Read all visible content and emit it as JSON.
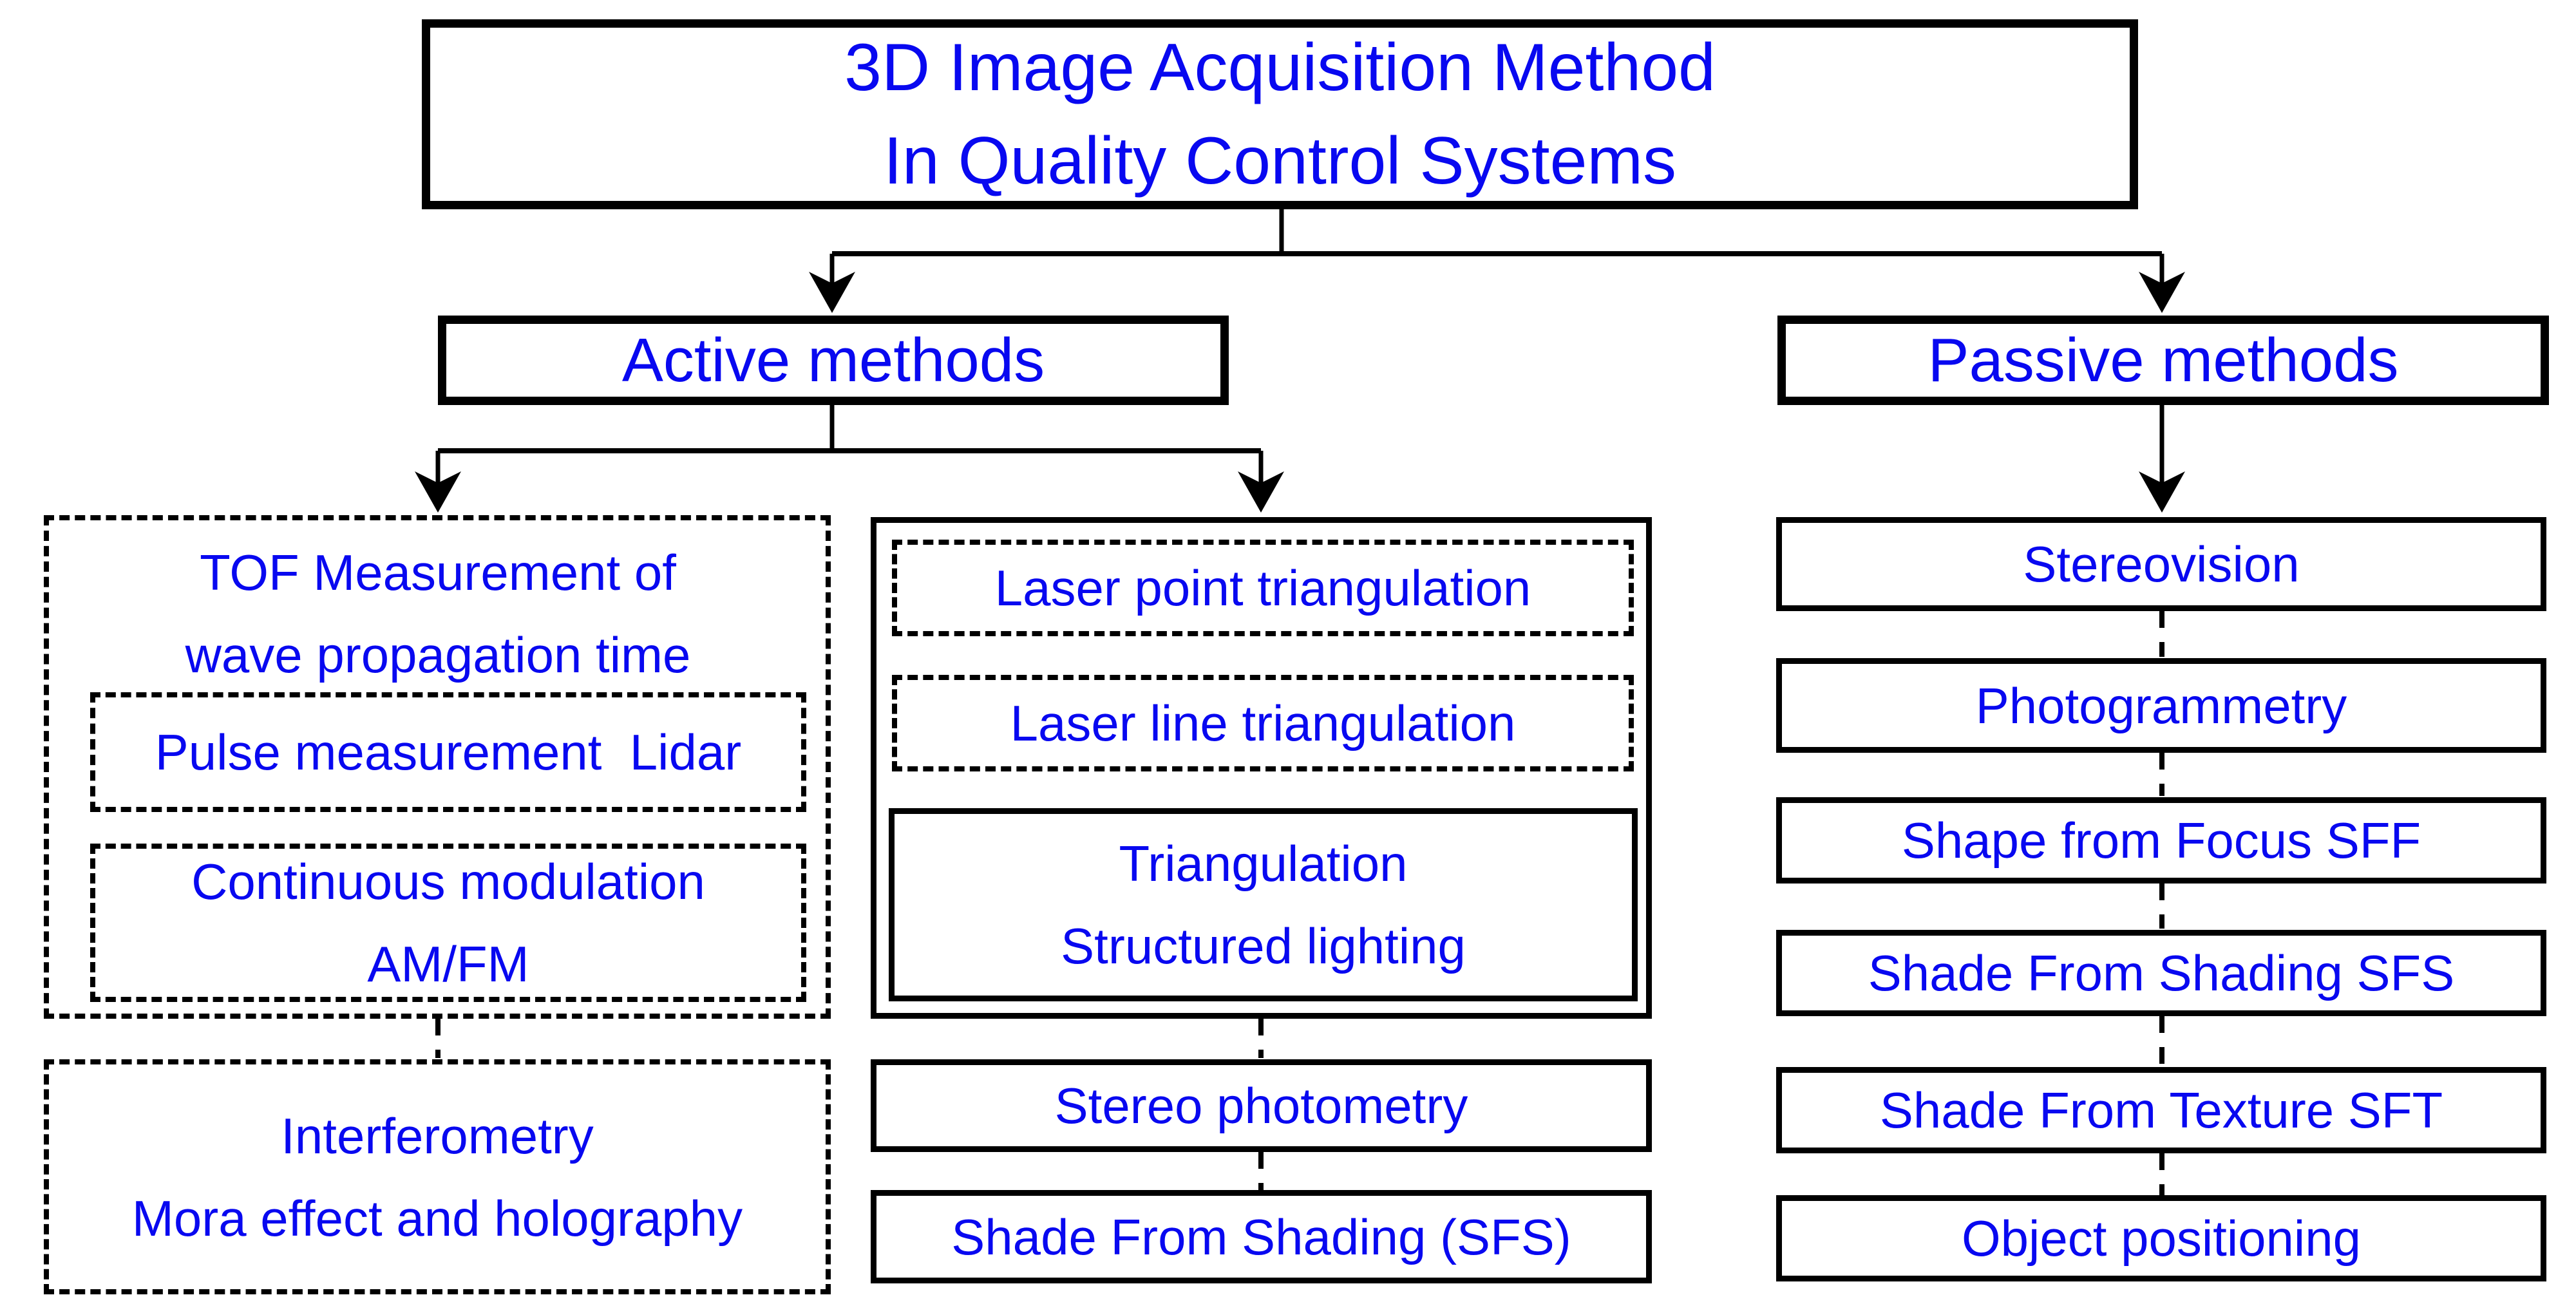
{
  "diagram": {
    "title": {
      "line1": "3D Image Acquisition Method",
      "line2": "In Quality Control Systems"
    },
    "active_label": "Active methods",
    "passive_label": "Passive methods",
    "tof": {
      "heading_line1": "TOF Measurement of",
      "heading_line2": "wave propagation time",
      "pulse_label": "Pulse measurement  Lidar",
      "continuous_line1": "Continuous modulation",
      "continuous_line2": "AM/FM"
    },
    "interferometry": {
      "line1": "Interferometry",
      "line2": "Mora effect and holography"
    },
    "triangulation": {
      "laser_point": "Laser point triangulation",
      "laser_line": "Laser line triangulation",
      "structured_line1": "Triangulation",
      "structured_line2": "Structured lighting"
    },
    "stereo_photometry": "Stereo photometry",
    "shade_from_shading_mid": "Shade From Shading (SFS)",
    "passive_items": [
      "Stereovision",
      "Photogrammetry",
      "Shape from Focus SFF",
      "Shade From Shading SFS",
      "Shade From Texture SFT",
      "Object positioning"
    ],
    "colors": {
      "text_blue": "#0808f0",
      "line_black": "#000000",
      "background": "#ffffff"
    }
  }
}
